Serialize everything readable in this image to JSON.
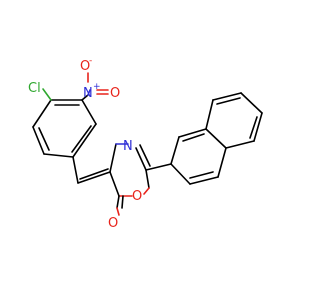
{
  "atoms": {
    "chlorine": "Cl",
    "nitro_nitrogen": "N",
    "nitro_n_charge": "+",
    "nitro_oxygen_top": "O",
    "nitro_o_charge": "-",
    "nitro_oxygen_right": "O",
    "ring_nitrogen": "N",
    "ring_oxygen": "O",
    "carbonyl_oxygen": "O"
  },
  "colors": {
    "carbon_bond": "#000000",
    "nitrogen": "#2f2fd6",
    "oxygen": "#e8231b",
    "chlorine": "#2fa72f",
    "background": "#ffffff"
  }
}
